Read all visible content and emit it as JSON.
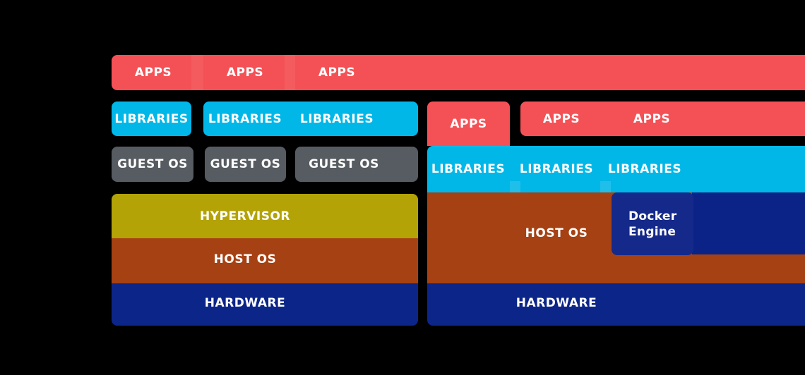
{
  "vm": {
    "apps": [
      "APPS",
      "APPS",
      "APPS"
    ],
    "libraries": [
      "LIBRARIES",
      "LIBRARIES",
      "LIBRARIES"
    ],
    "guest_os": [
      "GUEST OS",
      "GUEST OS",
      "GUEST OS"
    ],
    "hypervisor": "HYPERVISOR",
    "host_os": "HOST OS",
    "hardware": "HARDWARE"
  },
  "docker": {
    "apps": [
      "APPS",
      "APPS",
      "APPS"
    ],
    "libraries": [
      "LIBRARIES",
      "LIBRARIES",
      "LIBRARIES"
    ],
    "host_os": "HOST OS",
    "docker_engine_line1": "Docker",
    "docker_engine_line2": "Engine",
    "hardware": "HARDWARE"
  },
  "colors": {
    "background": "#000000",
    "apps": "#f45156",
    "libraries": "#00b7e8",
    "guest_os": "#565c61",
    "hypervisor": "#b3a306",
    "host_os": "#a64113",
    "hardware": "#0c2588",
    "docker_engine": "#15298b",
    "docker_panel": "#0b2386",
    "label_text": "#ffffff"
  }
}
